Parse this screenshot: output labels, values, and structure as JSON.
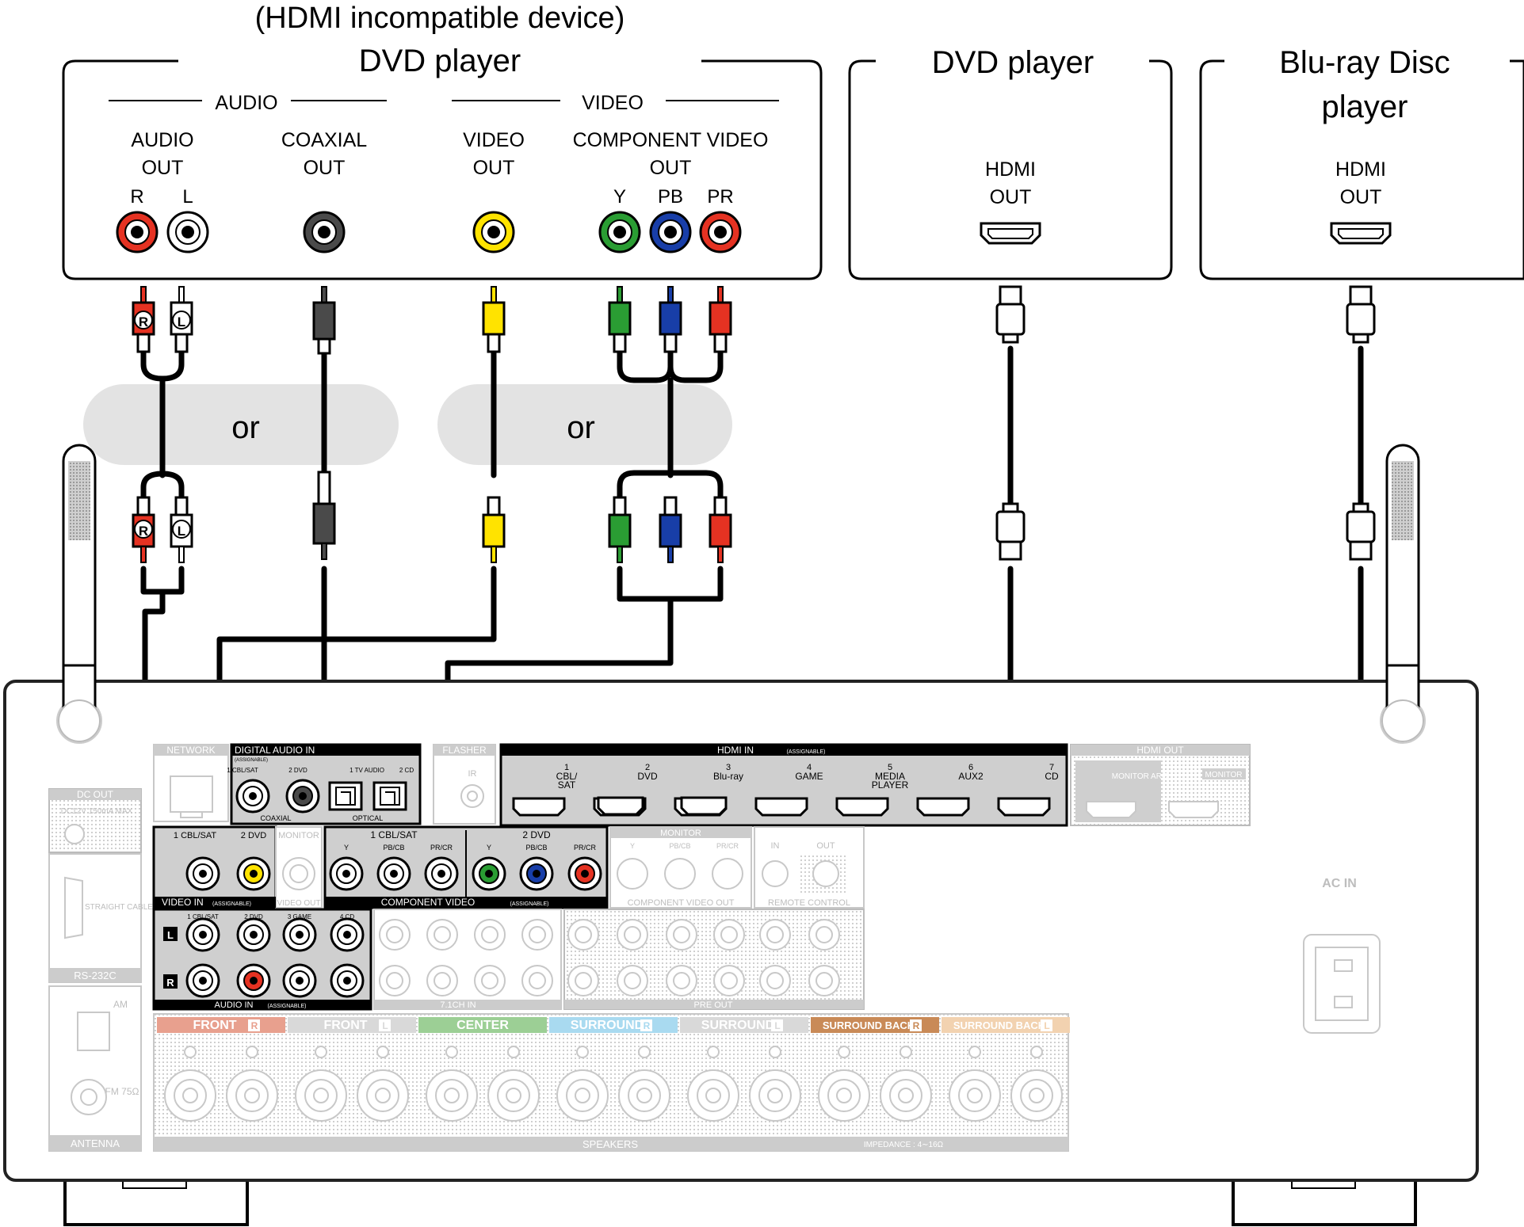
{
  "source_top": {
    "title_line1": "(HDMI incompatible device)",
    "title_line2": "DVD player",
    "audio_group": "AUDIO",
    "video_group": "VIDEO",
    "audio_out": [
      "AUDIO",
      "OUT"
    ],
    "coaxial_out": [
      "COAXIAL",
      "OUT"
    ],
    "video_out": [
      "VIDEO",
      "OUT"
    ],
    "component_out": [
      "COMPONENT VIDEO",
      "OUT"
    ],
    "jack_R": "R",
    "jack_L": "L",
    "jack_Y": "Y",
    "jack_PB": "PB",
    "jack_PR": "PR"
  },
  "dvd_player": {
    "title": "DVD player",
    "port": [
      "HDMI",
      "OUT"
    ]
  },
  "bluray_player": {
    "title_line1": "Blu-ray Disc",
    "title_line2": "player",
    "port": [
      "HDMI",
      "OUT"
    ]
  },
  "or_label": "or",
  "plug_labels": {
    "R": "R",
    "L": "L"
  },
  "receiver": {
    "network": "NETWORK",
    "digital_audio_in": "DIGITAL AUDIO IN",
    "assignable": "(ASSIGNABLE)",
    "dai_cbl_sat": "1 CBL/SAT",
    "dai_dvd": "2 DVD",
    "dai_tv_audio": "1 TV AUDIO",
    "dai_cd": "2 CD",
    "coaxial": "COAXIAL",
    "optical": "OPTICAL",
    "flasher": "FLASHER",
    "ir": "IR",
    "hdmi_in": "HDMI IN",
    "hdmi_inputs": [
      {
        "num": "1",
        "name": "CBL/ SAT"
      },
      {
        "num": "2",
        "name": "DVD"
      },
      {
        "num": "3",
        "name": "Blu-ray"
      },
      {
        "num": "4",
        "name": "GAME"
      },
      {
        "num": "5",
        "name": "MEDIA PLAYER"
      },
      {
        "num": "6",
        "name": "AUX2"
      },
      {
        "num": "7",
        "name": "CD"
      }
    ],
    "hdmi_out": "HDMI OUT",
    "monitor_arc": "MONITOR ARC",
    "monitor": "MONITOR",
    "dc_out": "DC OUT",
    "dc_spec": "DC12V 150mA MAX",
    "straight_cable": "STRAIGHT CABLE",
    "rs232c": "RS-232C",
    "am": "AM",
    "fm": "FM 75Ω",
    "antenna": "ANTENNA",
    "video_in_cbl_sat": "1 CBL/SAT",
    "video_in_dvd": "2 DVD",
    "video_in_monitor": "MONITOR",
    "video_in": "VIDEO IN",
    "video_out": "VIDEO OUT",
    "comp_cbl_sat": "1 CBL/SAT",
    "comp_dvd": "2 DVD",
    "comp_y": "Y",
    "comp_pb": "PB/CB",
    "comp_pr": "PR/CR",
    "component_video": "COMPONENT VIDEO",
    "comp_monitor": "MONITOR",
    "component_video_out": "COMPONENT VIDEO OUT",
    "remote_in": "IN",
    "remote_out": "OUT",
    "remote_control": "REMOTE CONTROL",
    "audio_in_cbl_sat": "1 CBL/SAT",
    "audio_in_dvd": "2 DVD",
    "audio_in_game": "3 GAME",
    "audio_in_cd": "4 CD",
    "audio_in": "AUDIO IN",
    "ch71_in": "7.1CH IN",
    "pre_out": "PRE OUT",
    "ac_in": "AC IN",
    "speakers_label": "SPEAKERS",
    "impedance": "IMPEDANCE : 4∼16Ω",
    "speaker_groups": [
      {
        "name": "FRONT",
        "side": "R",
        "color": "#e8a08e"
      },
      {
        "name": "FRONT",
        "side": "L",
        "color": "#d9d9d9"
      },
      {
        "name": "CENTER",
        "side": "",
        "color": "#9ccf95"
      },
      {
        "name": "SURROUND",
        "side": "R",
        "color": "#a9daf0"
      },
      {
        "name": "SURROUND",
        "side": "L",
        "color": "#d9d9d9"
      },
      {
        "name": "SURROUND BACK",
        "side": "R",
        "color": "#c98a57"
      },
      {
        "name": "SURROUND BACK",
        "side": "L",
        "color": "#f2d2b0"
      }
    ]
  },
  "colors": {
    "red": "#e53222",
    "white": "#ffffff",
    "yellow": "#ffe300",
    "green": "#2a9d33",
    "blue": "#183ea8",
    "gray_jack": "#4a4a4a",
    "or_bubble": "#e3e3e3",
    "active_panel": "#cfcfcf"
  }
}
